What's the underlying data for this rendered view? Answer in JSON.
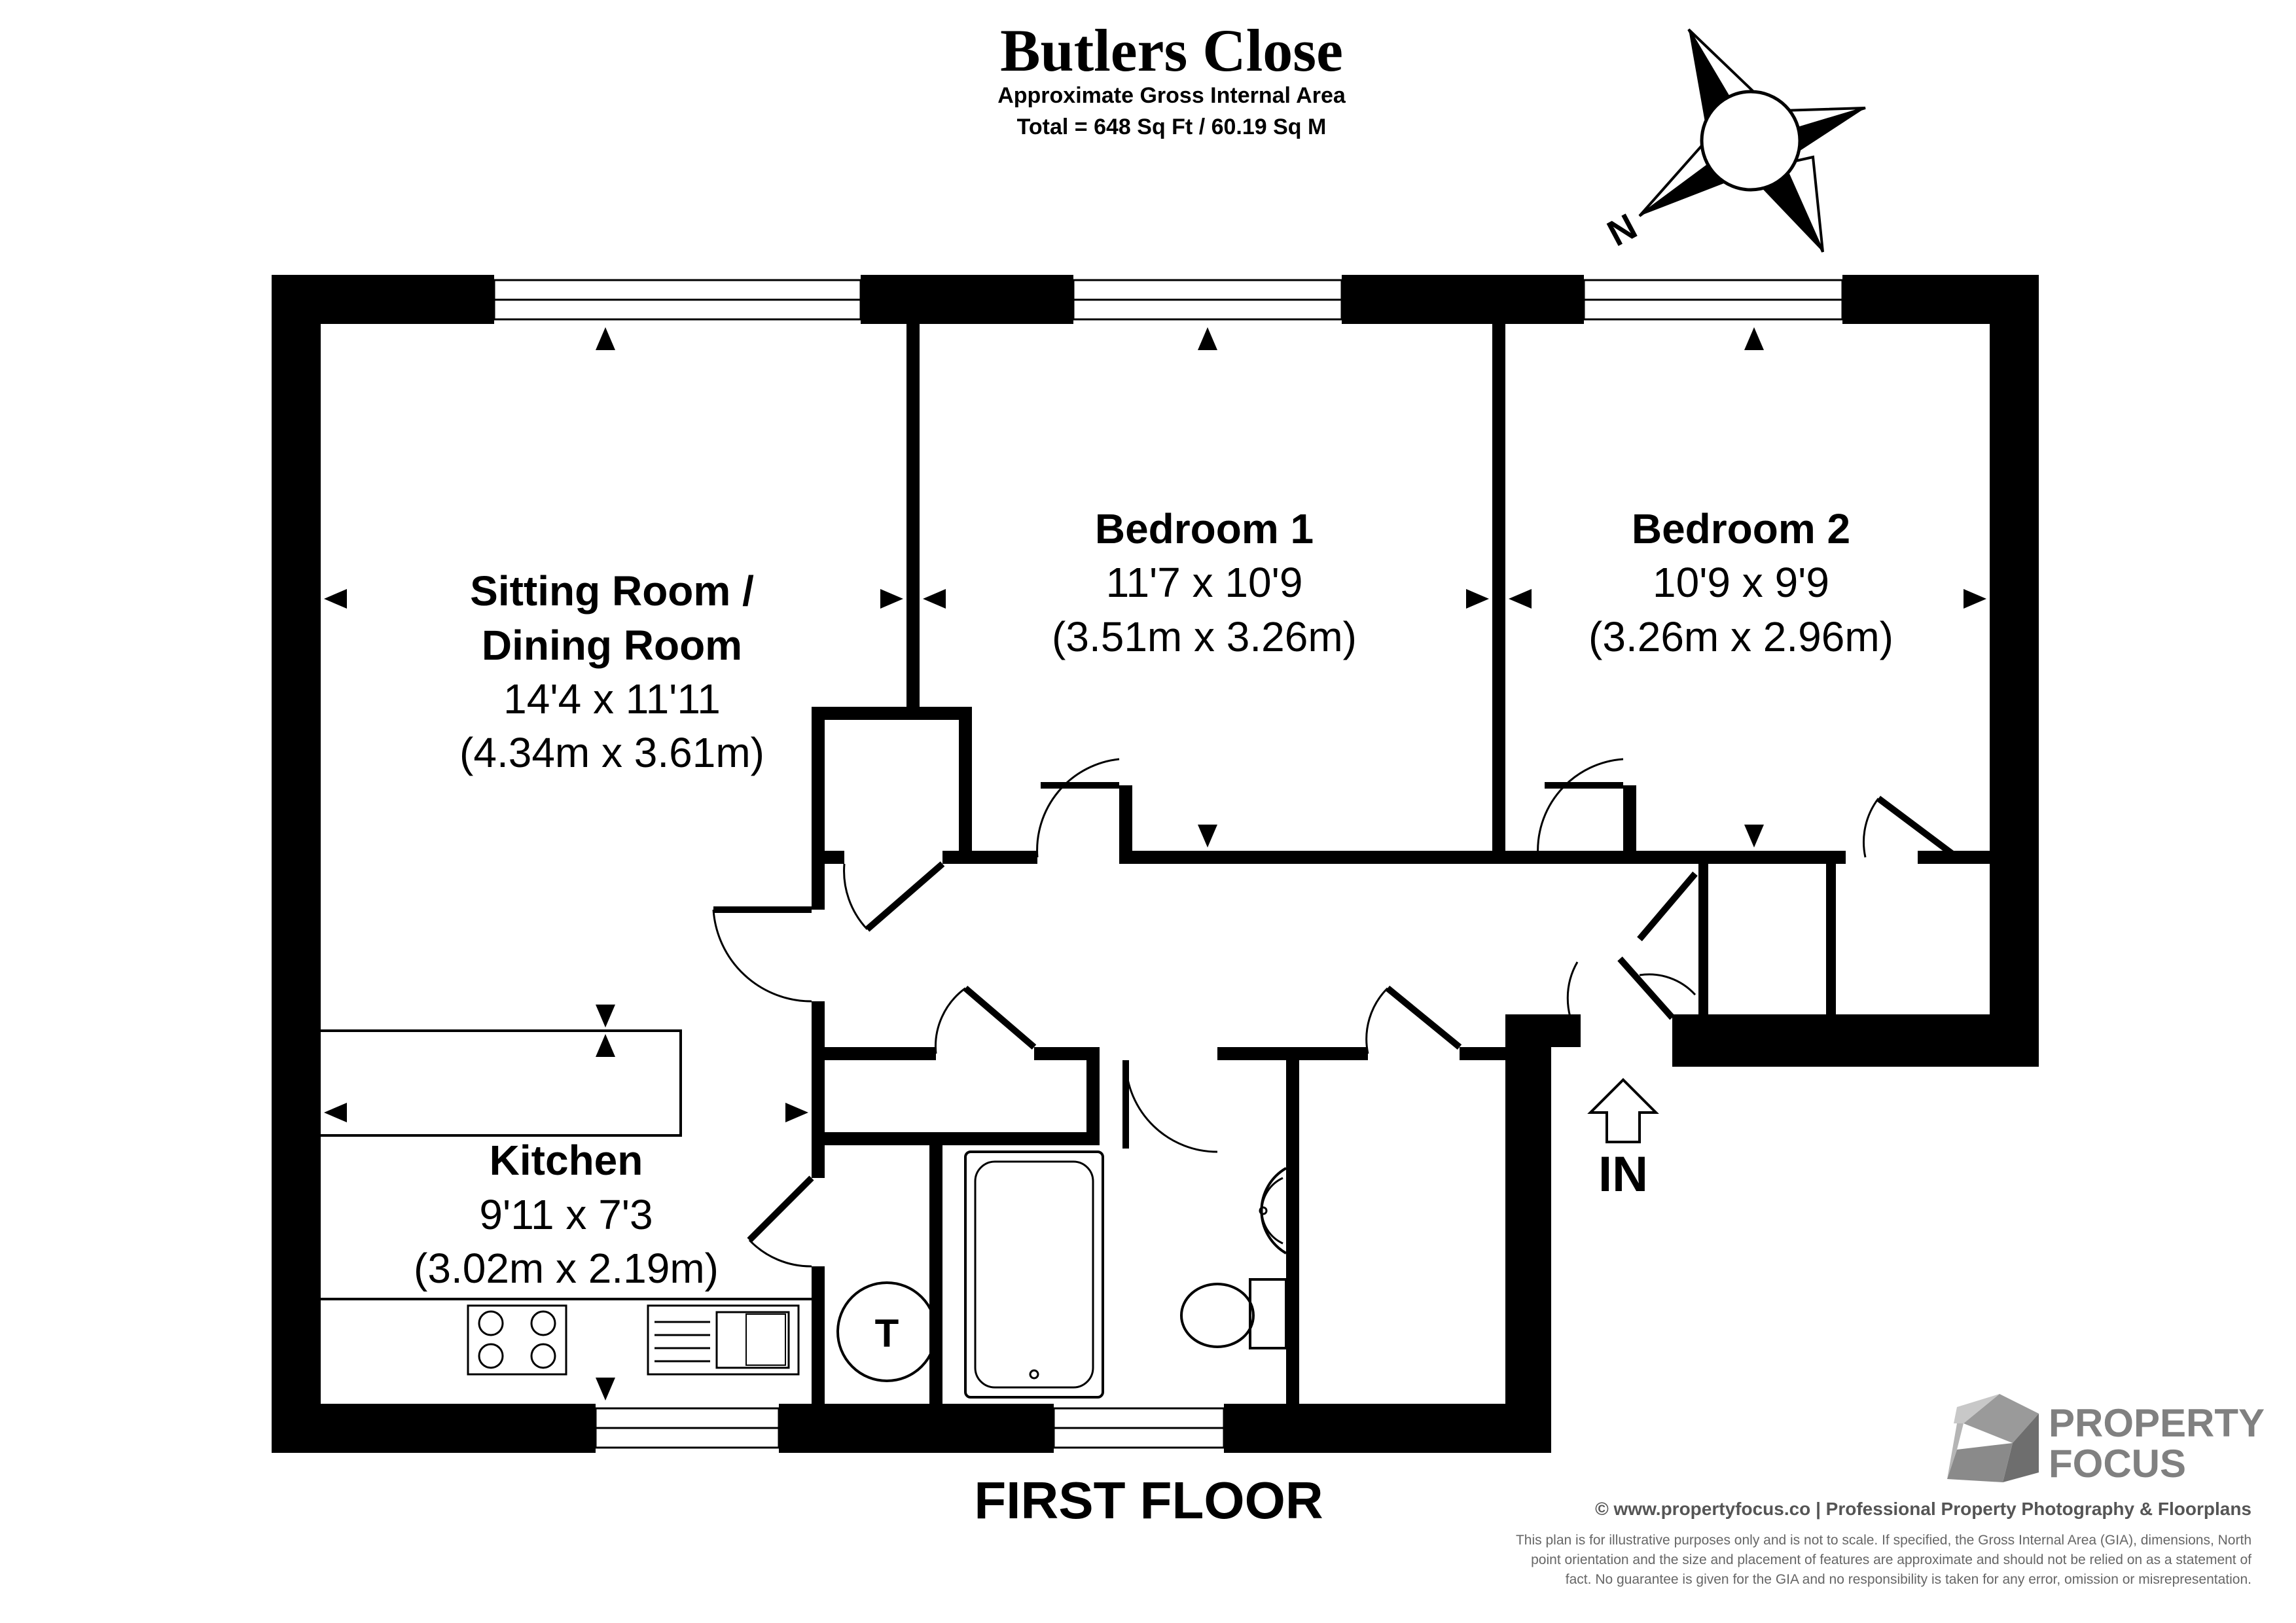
{
  "header": {
    "title": "Butlers Close",
    "subtitle": "Approximate Gross Internal Area",
    "total": "Total = 648 Sq Ft / 60.19 Sq M"
  },
  "compass": {
    "label": "N"
  },
  "rooms": {
    "sitting": {
      "name_line1": "Sitting Room /",
      "name_line2": "Dining Room",
      "imperial": "14'4 x 11'11",
      "metric": "(4.34m x 3.61m)"
    },
    "bedroom1": {
      "name": "Bedroom 1",
      "imperial": "11'7 x 10'9",
      "metric": "(3.51m x 3.26m)"
    },
    "bedroom2": {
      "name": "Bedroom 2",
      "imperial": "10'9 x 9'9",
      "metric": "(3.26m x 2.96m)"
    },
    "kitchen": {
      "name": "Kitchen",
      "imperial": "9'11 x 7'3",
      "metric": "(3.02m x 2.19m)"
    },
    "tank_label": "T"
  },
  "entrance": {
    "label": "IN"
  },
  "floor_label": "FIRST FLOOR",
  "branding": {
    "logo_line1": "PROPERTY",
    "logo_line2": "FOCUS",
    "credit": "© www.propertyfocus.co | Professional Property Photography & Floorplans",
    "disclaimer_line1": "This plan is for illustrative purposes only and is not to scale. If specified, the Gross Internal Area (GIA), dimensions, North",
    "disclaimer_line2": "point orientation and the size and placement of features are approximate and should not be relied on as a statement of",
    "disclaimer_line3": "fact. No guarantee is given for the GIA and no responsibility is taken for any error, omission or misrepresentation."
  }
}
